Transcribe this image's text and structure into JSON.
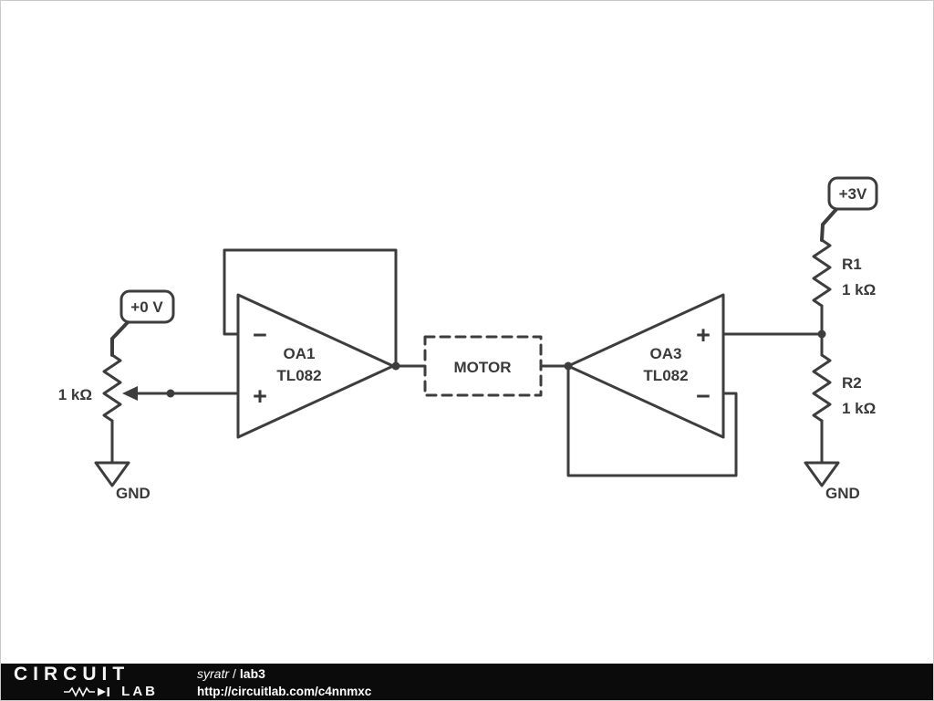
{
  "schematic": {
    "source": {
      "label": "+0 V"
    },
    "pot": {
      "value": "1 kΩ"
    },
    "gnd_left": {
      "label": "GND"
    },
    "oa1": {
      "name": "OA1",
      "part": "TL082",
      "inverting": "−",
      "noninverting": "+"
    },
    "motor": {
      "label": "MOTOR"
    },
    "oa3": {
      "name": "OA3",
      "part": "TL082",
      "inverting": "−",
      "noninverting": "+"
    },
    "supply": {
      "label": "+3V"
    },
    "r1": {
      "name": "R1",
      "value": "1 kΩ"
    },
    "r2": {
      "name": "R2",
      "value": "1 kΩ"
    },
    "gnd_right": {
      "label": "GND"
    },
    "colors": {
      "wire": "#3d3d3d",
      "text": "#3a3a3a"
    }
  },
  "footer": {
    "logo": {
      "circuit": "CIRCUIT",
      "lab": "LAB"
    },
    "author": "syratr",
    "separator": "/",
    "title": "lab3",
    "url": "http://circuitlab.com/c4nnmxc"
  }
}
